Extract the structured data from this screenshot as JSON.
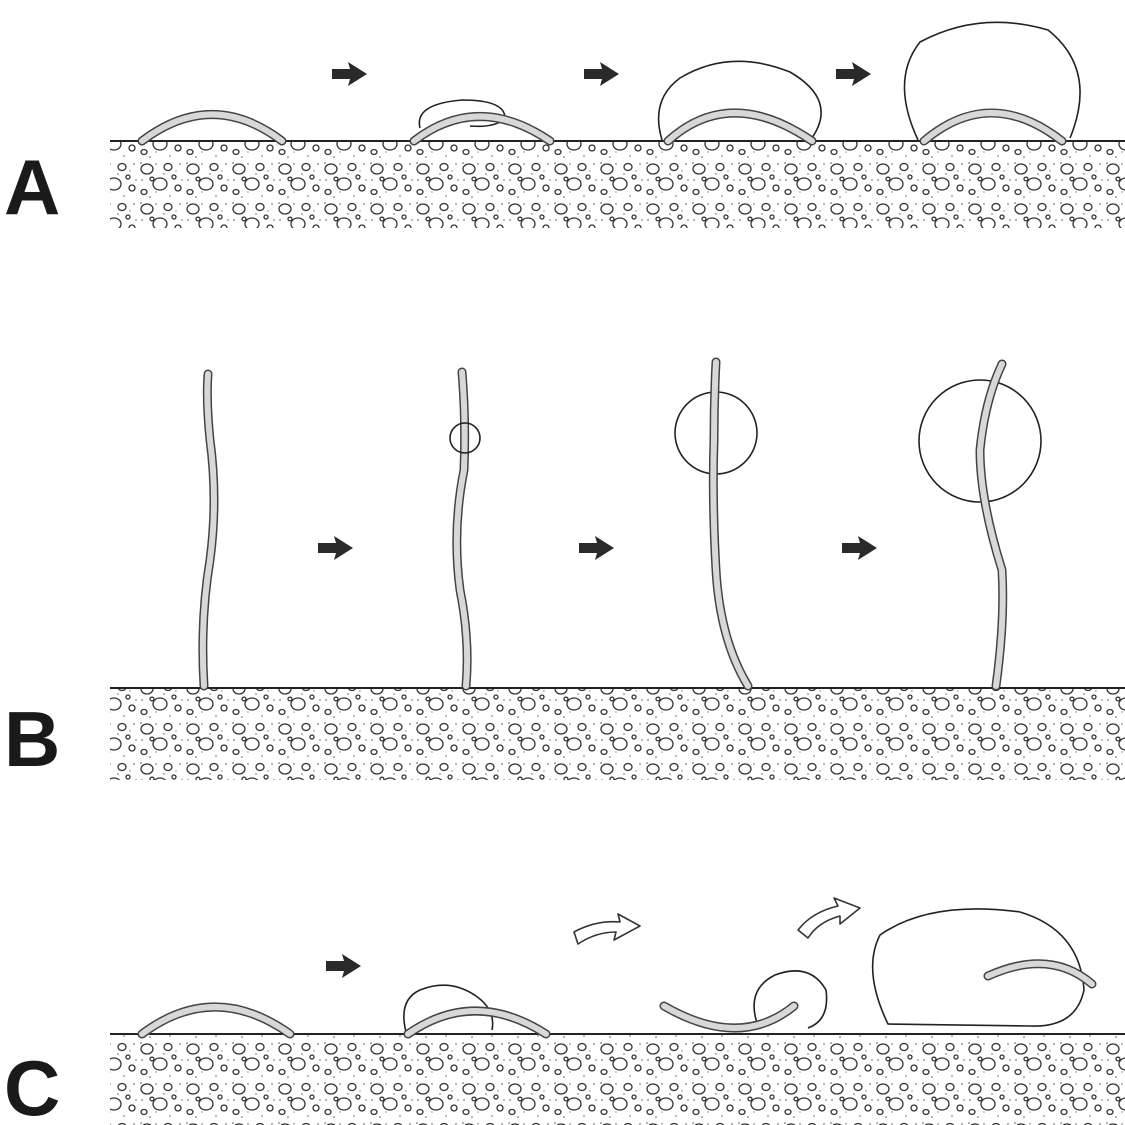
{
  "panels": [
    {
      "id": "A",
      "label": "A"
    },
    {
      "id": "B",
      "label": "B"
    },
    {
      "id": "C",
      "label": "C"
    }
  ],
  "colors": {
    "ink": "#222222",
    "hypha_fill": "#d8d8d8",
    "soil_dots": "#333333",
    "background": "#ffffff"
  },
  "icons": {
    "step_arrow": "solid-right-arrow-icon",
    "drift_arrow": "open-curved-arrow-icon"
  }
}
